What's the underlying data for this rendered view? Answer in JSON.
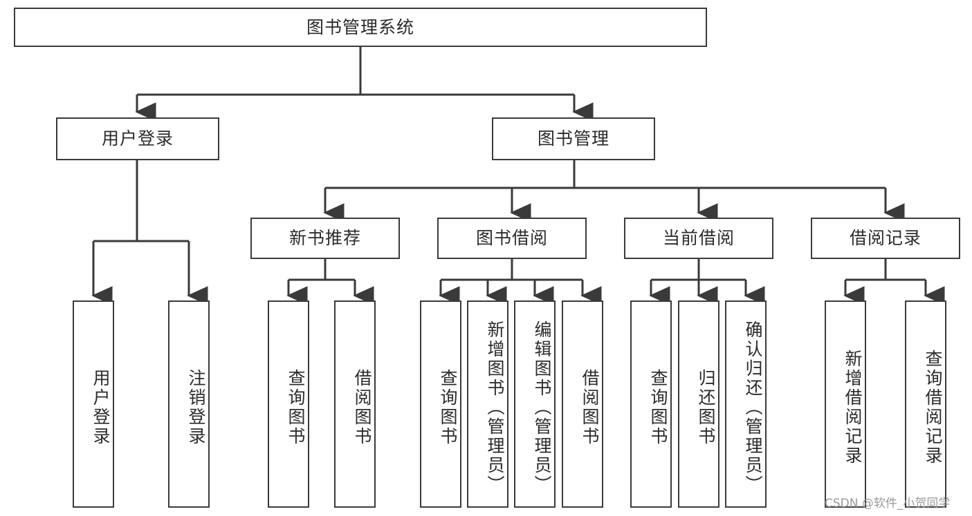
{
  "diagram": {
    "title": "图书管理系统",
    "type": "tree",
    "root": {
      "label": "图书管理系统"
    },
    "level2": [
      {
        "label": "用户登录"
      },
      {
        "label": "图书管理"
      }
    ],
    "level3": [
      {
        "label": "新书推荐"
      },
      {
        "label": "图书借阅"
      },
      {
        "label": "当前借阅"
      },
      {
        "label": "借阅记录"
      }
    ],
    "leaves": {
      "user_login": [
        {
          "label": "用户登录"
        },
        {
          "label": "注销登录"
        }
      ],
      "new_book_recommend": [
        {
          "label": "查询图书"
        },
        {
          "label": "借阅图书"
        }
      ],
      "book_borrow": [
        {
          "label": "查询图书"
        },
        {
          "label": "新增图书（管理员）"
        },
        {
          "label": "编辑图书（管理员）"
        },
        {
          "label": "借阅图书"
        }
      ],
      "current_borrow": [
        {
          "label": "查询图书"
        },
        {
          "label": "归还图书"
        },
        {
          "label": "确认归还（管理员）"
        }
      ],
      "borrow_record": [
        {
          "label": "新增借阅记录"
        },
        {
          "label": "查询借阅记录"
        }
      ]
    }
  },
  "watermark": {
    "text": "CSDN @软件_小贺同学"
  },
  "colors": {
    "stroke": "#3a3a3a",
    "text": "#2b2b2b",
    "background": "#ffffff",
    "watermark": "#9a9a9a"
  }
}
